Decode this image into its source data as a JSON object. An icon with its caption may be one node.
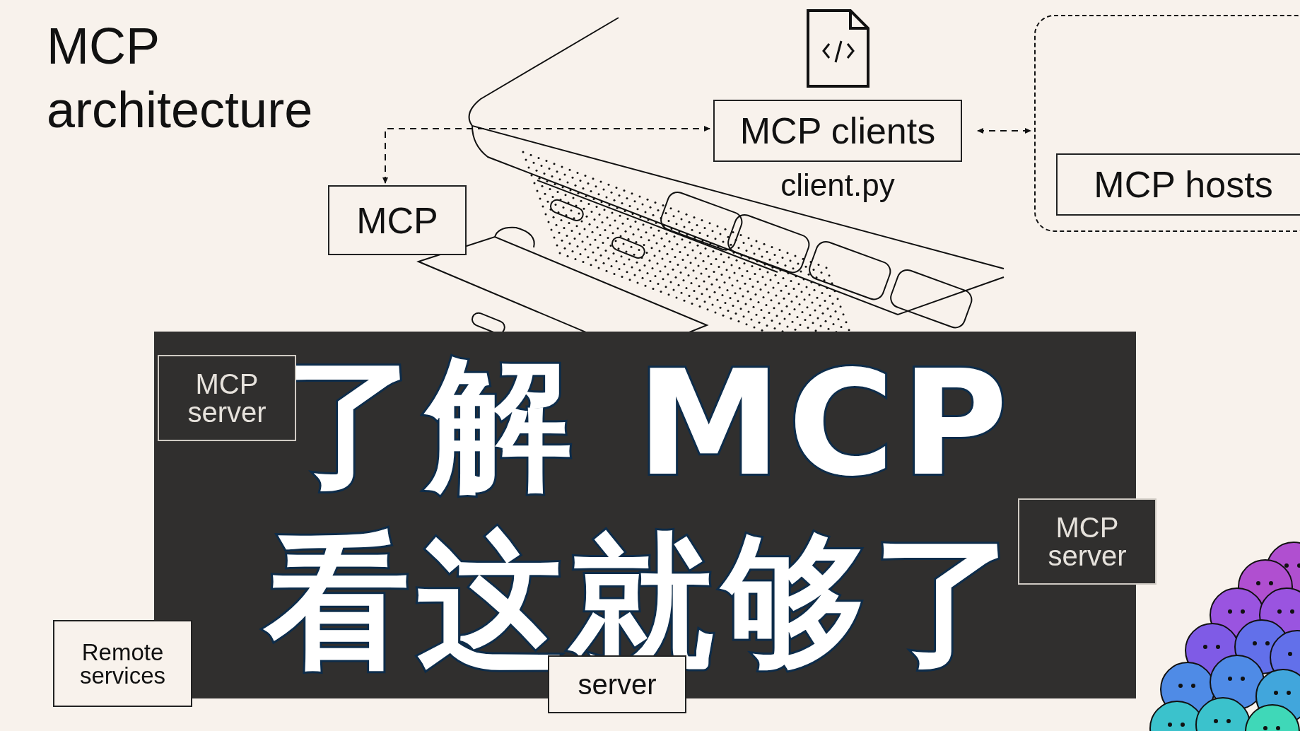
{
  "diagram": {
    "title": "MCP architecture",
    "nodes": [
      {
        "text": [
          "MCP clients"
        ],
        "beside": [
          "client.py"
        ]
      },
      {
        "text": [],
        "shape": "box"
      },
      {
        "text": [
          "MCP hosts"
        ],
        "in": 1
      },
      {
        "text": [
          "MCP"
        ]
      },
      {
        "text": [
          "MCP server"
        ],
        "in": 8
      },
      {
        "text": [
          "MCP server"
        ]
      },
      {
        "text": [
          "server"
        ]
      },
      {
        "text": [
          "Remote services"
        ]
      },
      {
        "text": [
          "了解 MCP",
          "看这就够了"
        ]
      }
    ],
    "edges": [
      {
        "from": 0,
        "to": 1,
        "arrow": "both",
        "style": "dashed"
      },
      {
        "from": 3,
        "to": 0,
        "arrow": "both",
        "style": "dashed"
      }
    ]
  }
}
